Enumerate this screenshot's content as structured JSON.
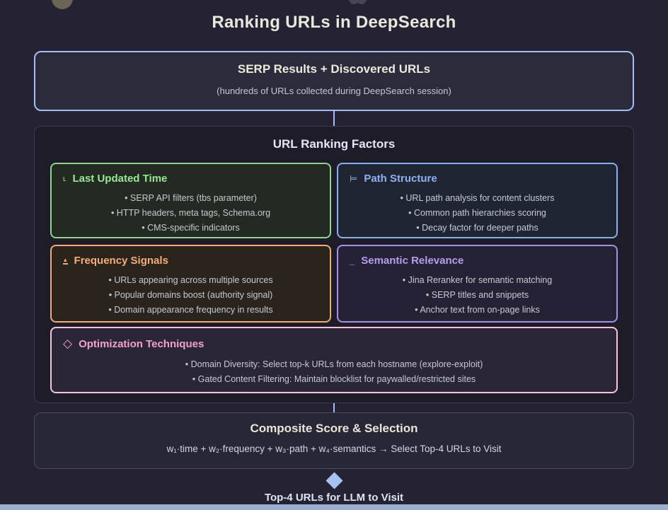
{
  "page": {
    "title": "Ranking URLs in DeepSearch",
    "footer_label": "Top-4 URLs for LLM to Visit"
  },
  "serp_box": {
    "title": "SERP Results + Discovered URLs",
    "subtitle": "(hundreds of URLs collected during DeepSearch session)"
  },
  "factors": {
    "title": "URL Ranking Factors",
    "boxes": [
      {
        "title": "Last Updated Time",
        "icon": "time-icon",
        "icon_glyph": "ʟ",
        "accent": "#98e898",
        "bullets": [
          "• SERP API filters (tbs parameter)",
          "• HTTP headers, meta tags, Schema.org",
          "• CMS-specific indicators"
        ]
      },
      {
        "title": "Path Structure",
        "icon": "path-icon",
        "icon_glyph": "⊨",
        "accent": "#8fb0f2",
        "bullets": [
          "• URL path analysis for content clusters",
          "• Common path hierarchies scoring",
          "• Decay factor for deeper paths"
        ]
      },
      {
        "title": "Frequency Signals",
        "icon": "frequency-icon",
        "icon_glyph": "▴",
        "accent": "#f4ae78",
        "bullets": [
          "• URLs appearing across multiple sources",
          "• Popular domains boost (authority signal)",
          "• Domain appearance frequency in results"
        ]
      },
      {
        "title": "Semantic Relevance",
        "icon": "semantic-icon",
        "icon_glyph": "_",
        "accent": "#b89cf0",
        "bullets": [
          "• Jina Reranker for semantic matching",
          "• SERP titles and snippets",
          "• Anchor text from on-page links"
        ]
      },
      {
        "title": "Optimization Techniques",
        "icon": "diamond-icon",
        "icon_glyph": "◇",
        "accent": "#f2a3c6",
        "bullets": [
          "• Domain Diversity: Select top-k URLs from each hostname (explore-exploit)",
          "• Gated Content Filtering: Maintain blocklist for paywalled/restricted sites"
        ]
      }
    ]
  },
  "composite": {
    "title": "Composite Score & Selection",
    "formula": "w₁·time + w₂·frequency + w₃·path + w₄·semantics → Select Top-4 URLs to Visit"
  },
  "colors": {
    "background": "#242233",
    "connector_blue": "#a2c0f5",
    "serp_border": "#a2c0f5",
    "green_accent": "#8fd48f",
    "blue_accent": "#88aef0",
    "orange_accent": "#f0ac74",
    "purple_accent": "#a98ee8",
    "pink_accent": "#f8c4dc",
    "bottom_strip": "#9dafd0"
  }
}
